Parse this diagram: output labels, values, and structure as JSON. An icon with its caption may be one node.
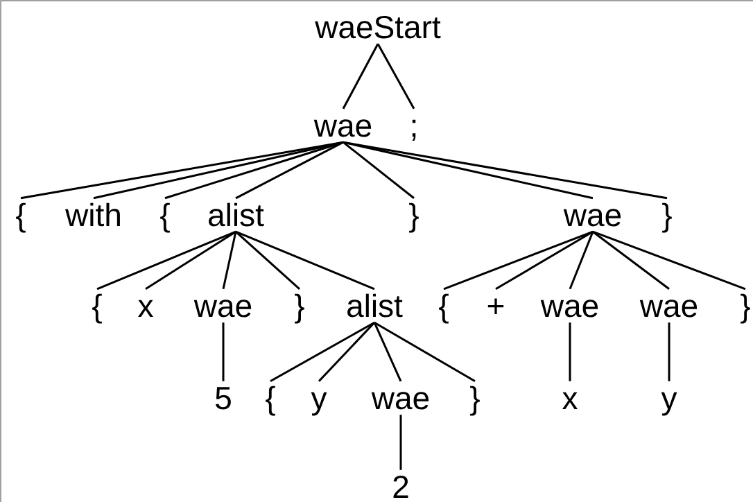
{
  "diagram": {
    "nodes": [
      {
        "text": [
          "waeStart"
        ]
      },
      {
        "text": [
          "wae"
        ]
      },
      {
        "text": [
          ";"
        ]
      },
      {
        "text": [
          "{"
        ]
      },
      {
        "text": [
          "with"
        ]
      },
      {
        "text": [
          "{"
        ]
      },
      {
        "text": [
          "alist"
        ]
      },
      {
        "text": [
          "}"
        ]
      },
      {
        "text": [
          "wae"
        ]
      },
      {
        "text": [
          "}"
        ]
      },
      {
        "text": [
          "{"
        ]
      },
      {
        "text": [
          "x"
        ]
      },
      {
        "text": [
          "wae"
        ]
      },
      {
        "text": [
          "}"
        ]
      },
      {
        "text": [
          "alist"
        ]
      },
      {
        "text": [
          "{"
        ]
      },
      {
        "text": [
          "+"
        ]
      },
      {
        "text": [
          "wae"
        ]
      },
      {
        "text": [
          "wae"
        ]
      },
      {
        "text": [
          "}"
        ]
      },
      {
        "text": [
          "5"
        ]
      },
      {
        "text": [
          "{"
        ]
      },
      {
        "text": [
          "y"
        ]
      },
      {
        "text": [
          "wae"
        ]
      },
      {
        "text": [
          "}"
        ]
      },
      {
        "text": [
          "x"
        ]
      },
      {
        "text": [
          "y"
        ]
      },
      {
        "text": [
          "2"
        ]
      }
    ],
    "edges": [
      {
        "from": 0,
        "to": 1,
        "arrow": "none"
      },
      {
        "from": 0,
        "to": 2,
        "arrow": "none"
      },
      {
        "from": 1,
        "to": 3,
        "arrow": "none"
      },
      {
        "from": 1,
        "to": 4,
        "arrow": "none"
      },
      {
        "from": 1,
        "to": 5,
        "arrow": "none"
      },
      {
        "from": 1,
        "to": 6,
        "arrow": "none"
      },
      {
        "from": 1,
        "to": 7,
        "arrow": "none"
      },
      {
        "from": 1,
        "to": 8,
        "arrow": "none"
      },
      {
        "from": 1,
        "to": 9,
        "arrow": "none"
      },
      {
        "from": 6,
        "to": 10,
        "arrow": "none"
      },
      {
        "from": 6,
        "to": 11,
        "arrow": "none"
      },
      {
        "from": 6,
        "to": 12,
        "arrow": "none"
      },
      {
        "from": 6,
        "to": 13,
        "arrow": "none"
      },
      {
        "from": 6,
        "to": 14,
        "arrow": "none"
      },
      {
        "from": 8,
        "to": 15,
        "arrow": "none"
      },
      {
        "from": 8,
        "to": 16,
        "arrow": "none"
      },
      {
        "from": 8,
        "to": 17,
        "arrow": "none"
      },
      {
        "from": 8,
        "to": 18,
        "arrow": "none"
      },
      {
        "from": 8,
        "to": 19,
        "arrow": "none"
      },
      {
        "from": 12,
        "to": 20,
        "arrow": "none"
      },
      {
        "from": 14,
        "to": 21,
        "arrow": "none"
      },
      {
        "from": 14,
        "to": 22,
        "arrow": "none"
      },
      {
        "from": 14,
        "to": 23,
        "arrow": "none"
      },
      {
        "from": 14,
        "to": 24,
        "arrow": "none"
      },
      {
        "from": 17,
        "to": 25,
        "arrow": "none"
      },
      {
        "from": 18,
        "to": 26,
        "arrow": "none"
      },
      {
        "from": 23,
        "to": 27,
        "arrow": "none"
      }
    ]
  }
}
